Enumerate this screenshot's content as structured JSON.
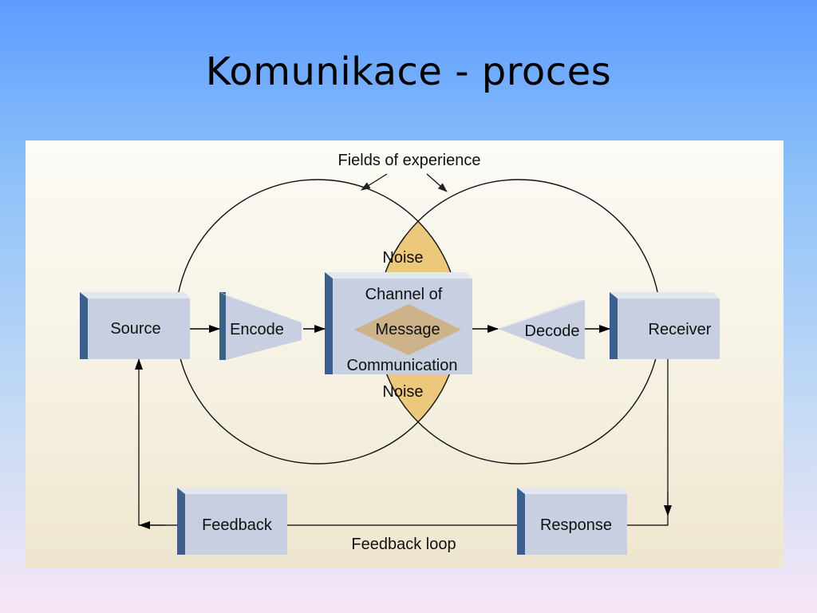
{
  "slide": {
    "title": "Komunikace - proces"
  },
  "diagram": {
    "fields_of_experience": "Fields of experience",
    "noise_top": "Noise",
    "noise_bottom": "Noise",
    "source": "Source",
    "encode": "Encode",
    "channel_line1": "Channel of",
    "message": "Message",
    "channel_line2": "Communication",
    "decode": "Decode",
    "receiver": "Receiver",
    "feedback": "Feedback",
    "response": "Response",
    "feedback_loop": "Feedback loop"
  },
  "colors": {
    "box_front": "#c7cfe0",
    "box_side": "#3d5f8e",
    "box_top": "#e3e7f0",
    "overlap": "#ecc87c",
    "message_diamond": "#cdb28a"
  }
}
